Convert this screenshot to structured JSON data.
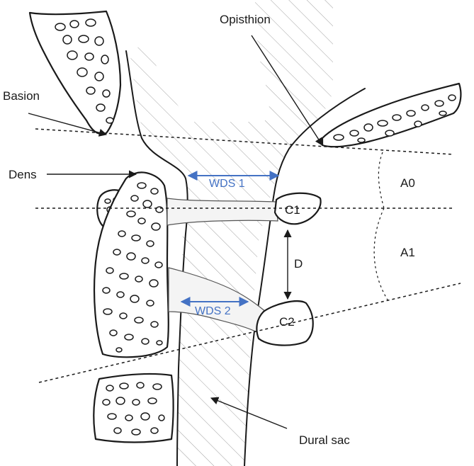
{
  "labels": {
    "basion": "Basion",
    "opisthion": "Opisthion",
    "dens": "Dens",
    "c1": "C1",
    "c2": "C2",
    "d": "D",
    "a0": "A0",
    "a1": "A1",
    "wds1": "WDS 1",
    "wds2": "WDS 2",
    "dural_sac": "Dural sac"
  },
  "colors": {
    "ink": "#1a1a1a",
    "measurement_blue": "#4472c4",
    "hatch": "#a0a0a0"
  }
}
